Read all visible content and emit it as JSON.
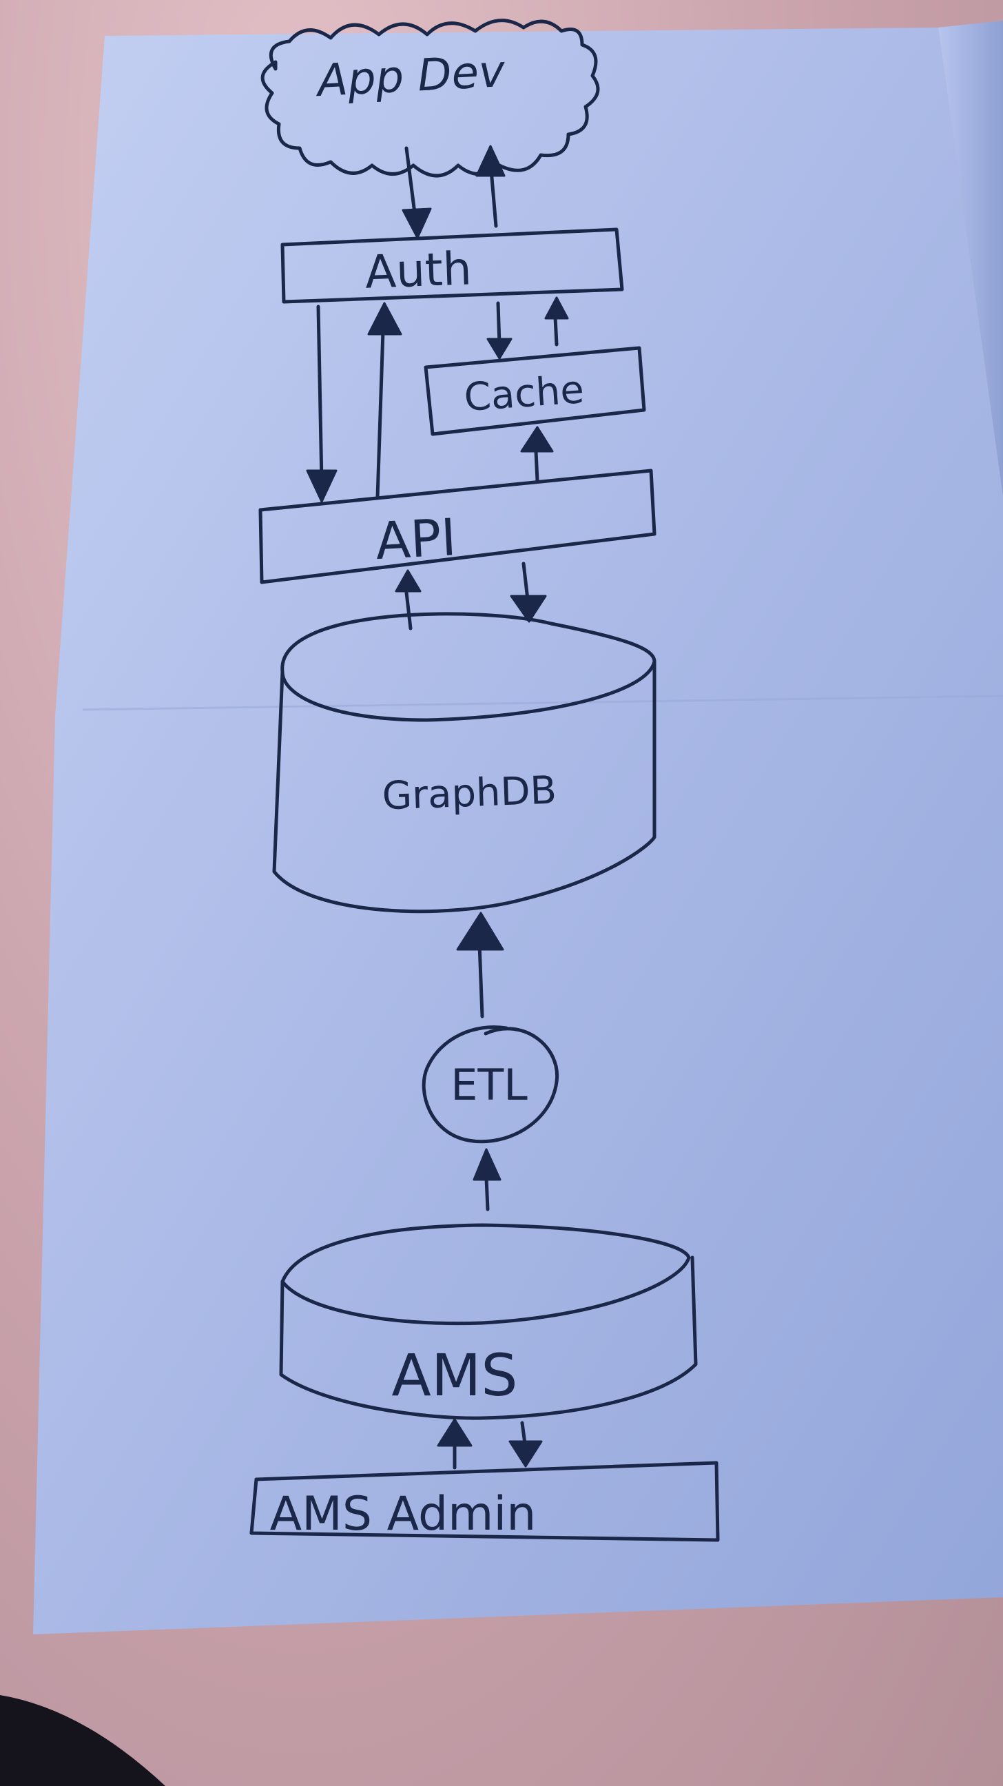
{
  "diagram": {
    "nodes": {
      "app_dev": "App Dev",
      "auth": "Auth",
      "cache": "Cache",
      "api": "API",
      "graphdb": "GraphDB",
      "etl": "ETL",
      "ams": "AMS",
      "ams_admin": "AMS Admin"
    },
    "colors": {
      "ink": "#1b2748",
      "paper": "#aebde8",
      "background": "#c9a6ae"
    }
  }
}
